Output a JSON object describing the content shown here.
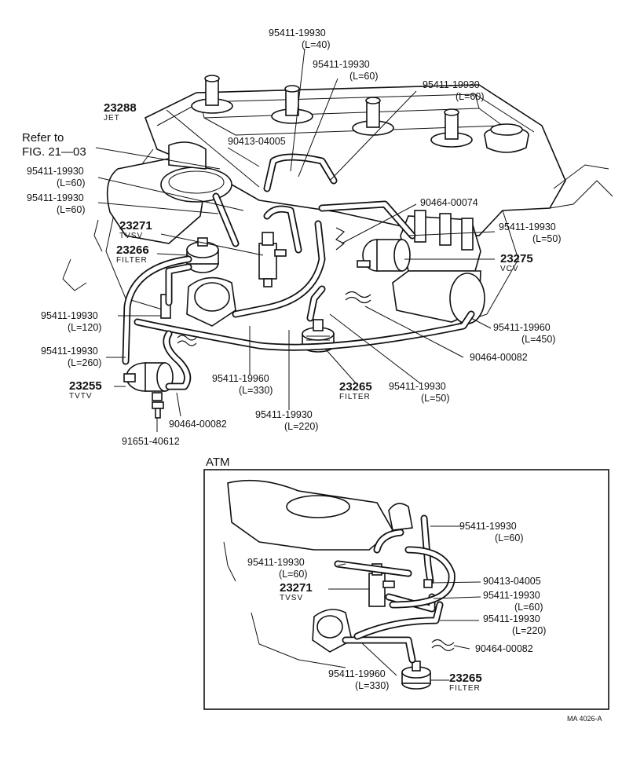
{
  "labels": {
    "p95411_19930_l40": "95411-19930",
    "l40": "(L=40)",
    "p95411_19930_l60a": "95411-19930",
    "l60a": "(L=60)",
    "p95411_19930_l60b": "95411-19930",
    "l60b": "(L=60)",
    "p23288": "23288",
    "jet": "JET",
    "refer_to": "Refer to",
    "fig": "FIG. 21—03",
    "p90413_04005": "90413-04005",
    "p95411_19930_l60c": "95411-19930",
    "l60c": "(L=60)",
    "p95411_19930_l60d": "95411-19930",
    "l60d": "(L=60)",
    "p90464_00074": "90464-00074",
    "p23271": "23271",
    "tvsv": "TVSV",
    "p95411_19930_l50a": "95411-19930",
    "l50a": "(L=50)",
    "p23266": "23266",
    "filter_a": "FILTER",
    "p23275": "23275",
    "vcv": "VCV",
    "p95411_19930_l120": "95411-19930",
    "l120": "(L=120)",
    "p95411_19960_l450": "95411-19960",
    "l450": "(L=450)",
    "p95411_19930_l260": "95411-19930",
    "l260": "(L=260)",
    "p90464_00082a": "90464-00082",
    "p95411_19960_l330": "95411-19960",
    "l330": "(L=330)",
    "p23265": "23265",
    "filter_b": "FILTER",
    "p95411_19930_l50b": "95411-19930",
    "l50b": "(L=50)",
    "p23255": "23255",
    "tvtv": "TVTV",
    "p95411_19930_l220": "95411-19930",
    "l220": "(L=220)",
    "p90464_00082b": "90464-00082",
    "p91651_40612": "91651-40612"
  },
  "atm": {
    "title": "ATM",
    "p95411_19930_l60a": "95411-19930",
    "l60a": "(L=60)",
    "p95411_19930_l60b": "95411-19930",
    "l60b": "(L=60)",
    "p90413_04005": "90413-04005",
    "p23271": "23271",
    "tvsv": "TVSV",
    "p95411_19930_l60c": "95411-19930",
    "l60c": "(L=60)",
    "p95411_19930_l220": "95411-19930",
    "l220": "(L=220)",
    "p90464_00082": "90464-00082",
    "p95411_19960_l330": "95411-19960",
    "l330": "(L=330)",
    "p23265": "23265",
    "filter": "FILTER"
  },
  "drawing_code": "MA 4026-A"
}
